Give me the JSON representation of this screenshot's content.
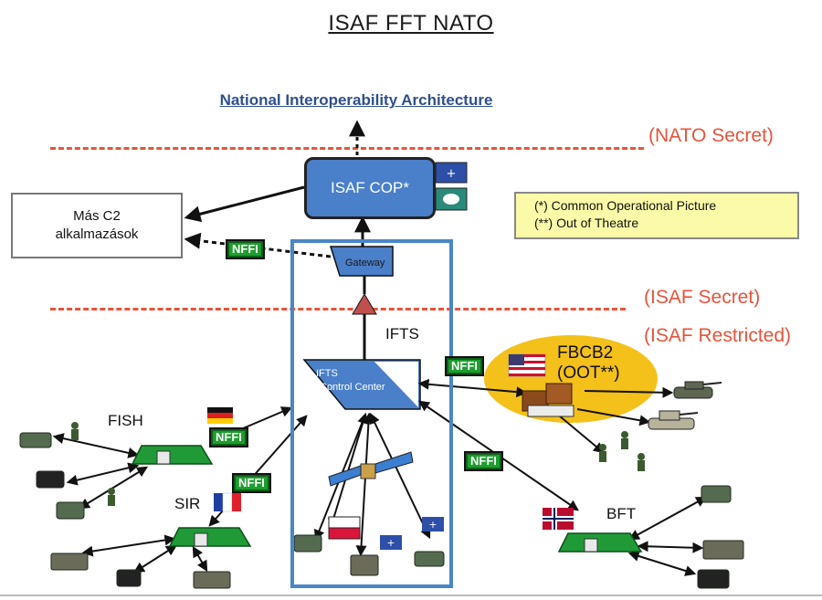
{
  "title": "ISAF FFT NATO",
  "subtitle": "National Interoperability Architecture",
  "security": {
    "nato_secret": "(NATO Secret)",
    "isaf_secret": "(ISAF Secret)",
    "isaf_restricted": "(ISAF Restricted)"
  },
  "cop_box": {
    "label": "ISAF COP*"
  },
  "c2_box": {
    "line1": "Más C2",
    "line2": "alkalmazások"
  },
  "legend": {
    "line1": "(*) Common Operational Picture",
    "line2": "(**) Out of Theatre"
  },
  "gateway": {
    "label": "Gateway"
  },
  "ifts": {
    "label": "IFTS",
    "control_line1": "IFTS",
    "control_line2": "Control Center"
  },
  "fbcb2": {
    "line1": "FBCB2",
    "line2": "(OOT**)"
  },
  "nodes": {
    "fish": "FISH",
    "sir": "SIR",
    "bft": "BFT"
  },
  "nffi_label": "NFFI",
  "colors": {
    "accent_blue": "#4a7fc9",
    "frame_blue": "#4a86c8",
    "security_red": "#e8533b",
    "nffi_green": "#1d9e2e",
    "fbcb2_gold": "#f3c11a",
    "legend_yellow": "#fafaa8"
  }
}
